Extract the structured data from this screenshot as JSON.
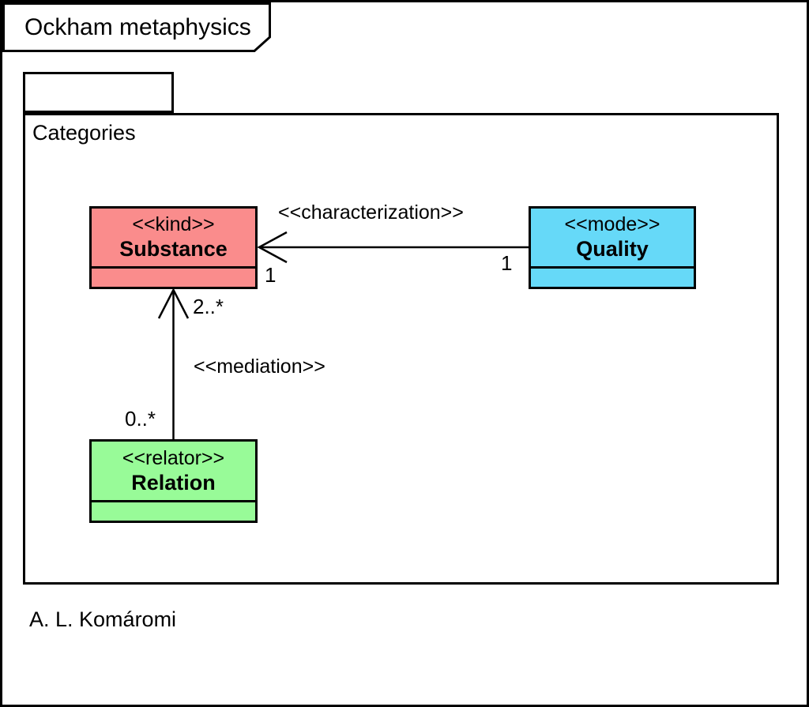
{
  "frame": {
    "title": "Ockham metaphysics",
    "attribution": "A. L. Komáromi"
  },
  "package": {
    "name": "Categories"
  },
  "classes": {
    "substance": {
      "stereotype": "<<kind>>",
      "name": "Substance",
      "fill": "#FA8C8C"
    },
    "quality": {
      "stereotype": "<<mode>>",
      "name": "Quality",
      "fill": "#66D9F8"
    },
    "relation": {
      "stereotype": "<<relator>>",
      "name": "Relation",
      "fill": "#98FB98"
    }
  },
  "associations": {
    "characterization": {
      "stereotype": "<<characterization>>",
      "from": "Quality",
      "to": "Substance",
      "multiplicity_at_substance": "1",
      "multiplicity_at_quality": "1"
    },
    "mediation": {
      "stereotype": "<<mediation>>",
      "from": "Relation",
      "to": "Substance",
      "multiplicity_at_substance": "2..*",
      "multiplicity_at_relation": "0..*"
    }
  },
  "colors": {
    "line": "#000000",
    "background": "#FFFFFF"
  }
}
